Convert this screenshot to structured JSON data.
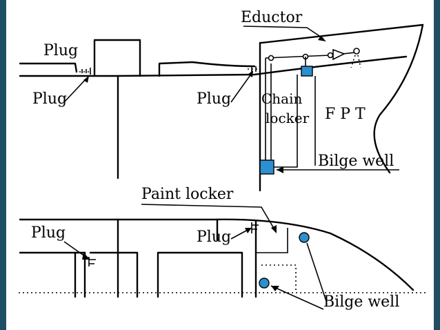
{
  "labels": {
    "eductor": "Eductor",
    "plug_top_left": "Plug",
    "plug_mid_left": "Plug",
    "plug_mid": "Plug",
    "chain_locker_1": "Chain",
    "chain_locker_2": "locker",
    "fpt": "F P T",
    "bilge_well_top": "Bilge well",
    "paint_locker": "Paint locker",
    "plug_bottom_left": "Plug",
    "plug_bottom_mid": "Plug",
    "bilge_well_bottom": "Bilge well"
  },
  "colors": {
    "frame": "#1f4e63",
    "well_fill": "#2e8fd0",
    "line": "#000000"
  }
}
